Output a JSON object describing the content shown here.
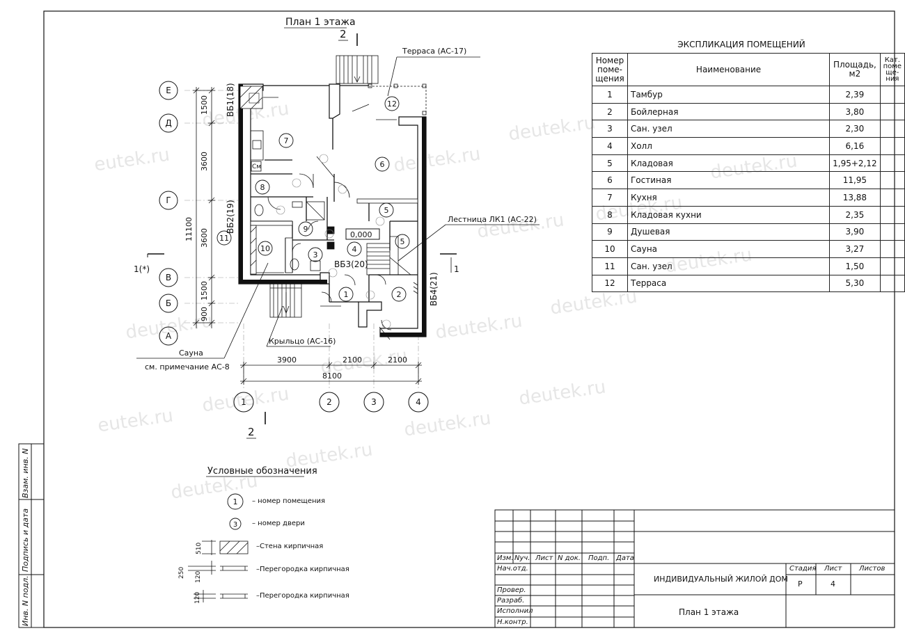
{
  "plan_title": "План 1 этажа",
  "section_mark": "2",
  "section_mark_side": "1",
  "section_mark_side_left": "1(*)",
  "callouts": {
    "terrace": "Терраса (АС-17)",
    "stair": "Лестница ЛК1 (АС-22)",
    "porch": "Крыльцо (АС-16)",
    "sauna": "Сауна",
    "sauna_note": "см. примечание АС-8"
  },
  "wall_labels": {
    "vb1": "ВБ1(18)",
    "vb2": "ВБ2(19)",
    "vb3": "ВБ3(20)",
    "vb4": "ВБ4(21)",
    "sm": "См",
    "level": "0,000"
  },
  "axes_letters": [
    "Е",
    "Д",
    "Г",
    "В",
    "Б",
    "А"
  ],
  "axes_numbers": [
    "1",
    "2",
    "3",
    "4"
  ],
  "dims_vertical": [
    "1500",
    "3600",
    "3600",
    "1500",
    "900"
  ],
  "dim_vertical_total": "11100",
  "dims_horizontal": [
    "3900",
    "2100",
    "2100"
  ],
  "dim_horizontal_total": "8100",
  "room_marks": [
    "1",
    "2",
    "3",
    "4",
    "5",
    "6",
    "7",
    "8",
    "9",
    "10",
    "11",
    "12",
    "5"
  ],
  "explication": {
    "title": "ЭКСПЛИКАЦИЯ ПОМЕЩЕНИЙ",
    "headers": {
      "num": "Номер поме- щения",
      "name": "Наименование",
      "area": "Площадь, м2",
      "cat": "Кат. поме ще- ния"
    },
    "rows": [
      {
        "num": "1",
        "name": "Тамбур",
        "area": "2,39"
      },
      {
        "num": "2",
        "name": "Бойлерная",
        "area": "3,80"
      },
      {
        "num": "3",
        "name": "Сан. узел",
        "area": "2,30"
      },
      {
        "num": "4",
        "name": "Холл",
        "area": "6,16"
      },
      {
        "num": "5",
        "name": "Кладовая",
        "area": "1,95+2,12"
      },
      {
        "num": "6",
        "name": "Гостиная",
        "area": "11,95"
      },
      {
        "num": "7",
        "name": "Кухня",
        "area": "13,88"
      },
      {
        "num": "8",
        "name": "Кладовая кухни",
        "area": "2,35"
      },
      {
        "num": "9",
        "name": "Душевая",
        "area": "3,90"
      },
      {
        "num": "10",
        "name": "Сауна",
        "area": "3,27"
      },
      {
        "num": "11",
        "name": "Сан. узел",
        "area": "1,50"
      },
      {
        "num": "12",
        "name": "Терраса",
        "area": "5,30"
      }
    ]
  },
  "legend": {
    "title": "Условные обозначения",
    "room_symbol": "1",
    "room_text": "– номер помещения",
    "door_symbol": "3",
    "door_text": "– номер двери",
    "wall_dim": "510",
    "wall_text": "–Стена кирпичная",
    "part1_dims": [
      "250",
      "120"
    ],
    "part1_text": "–Перегородка кирпичная",
    "part2_dim": "120",
    "part2_text": "–Перегородка кирпичная"
  },
  "side_stamp": [
    "Взам. инв. N",
    "Подпись и дата",
    "Инв. N подл."
  ],
  "title_block": {
    "cols": [
      "Изм.",
      "Nуч.",
      "Лист",
      "N док.",
      "Подп.",
      "Дата"
    ],
    "roles": [
      "Нач.отд.",
      "Провер.",
      "Разраб.",
      "Исполнил",
      "Н.контр."
    ],
    "project": "ИНДИВИДУАЛЬНЫЙ ЖИЛОЙ ДОМ",
    "sheet_title": "План 1 этажа",
    "stage_label": "Стадия",
    "sheet_label": "Лист",
    "sheets_label": "Листов",
    "stage": "Р",
    "sheet": "4",
    "sheets": ""
  },
  "watermark": "deutek.ru",
  "watermark_partial": "eutek.ru"
}
